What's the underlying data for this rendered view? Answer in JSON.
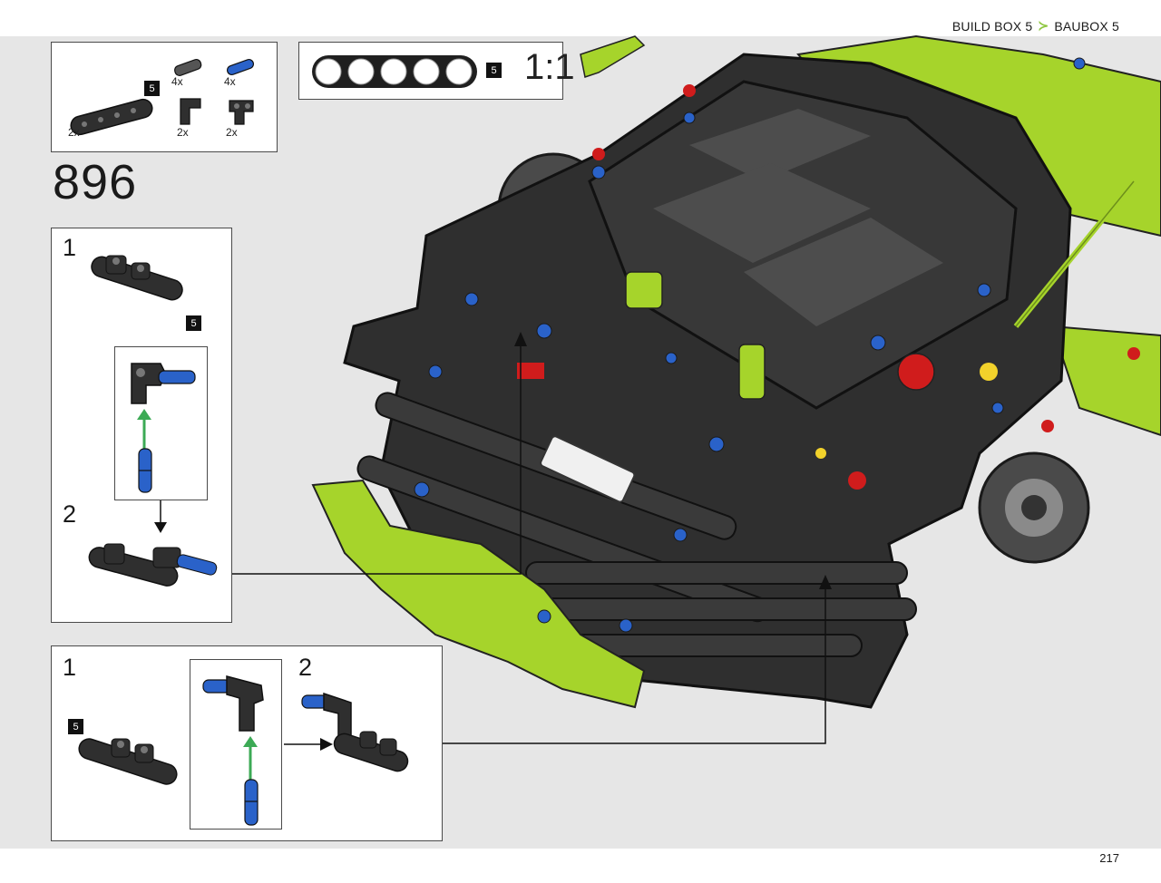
{
  "header": {
    "build_box": "BUILD BOX 5",
    "separator": "≻",
    "baubox": "BAUBOX 5"
  },
  "page_number": "217",
  "step": {
    "number": "896"
  },
  "parts_callout": {
    "bag_badge": "5",
    "parts": [
      {
        "name": "beam-5",
        "qty": "2x"
      },
      {
        "name": "axle-connector",
        "qty": "4x"
      },
      {
        "name": "blue-pin",
        "qty": "4x"
      },
      {
        "name": "angle-connector",
        "qty": "2x"
      },
      {
        "name": "perpendicular-connector",
        "qty": "2x"
      }
    ]
  },
  "ruler_callout": {
    "bag_badge": "5",
    "scale": "1:1",
    "circle_count": 5
  },
  "subassembly_top": {
    "step1_label": "1",
    "step1_badge": "5",
    "step2_label": "2"
  },
  "subassembly_bottom": {
    "step1_label": "1",
    "step1_badge": "5",
    "step2_label": "2"
  },
  "colors": {
    "lime": "#a6d42b",
    "dark": "#2b2b2b",
    "blue": "#2a62c9",
    "red": "#d01c1c",
    "arrow_green": "#3caa55",
    "background": "#e6e6e6"
  },
  "icons": [
    "arrow-right-icon",
    "arrow-up-icon",
    "arrow-down-icon",
    "assembly-arrow-icon"
  ]
}
